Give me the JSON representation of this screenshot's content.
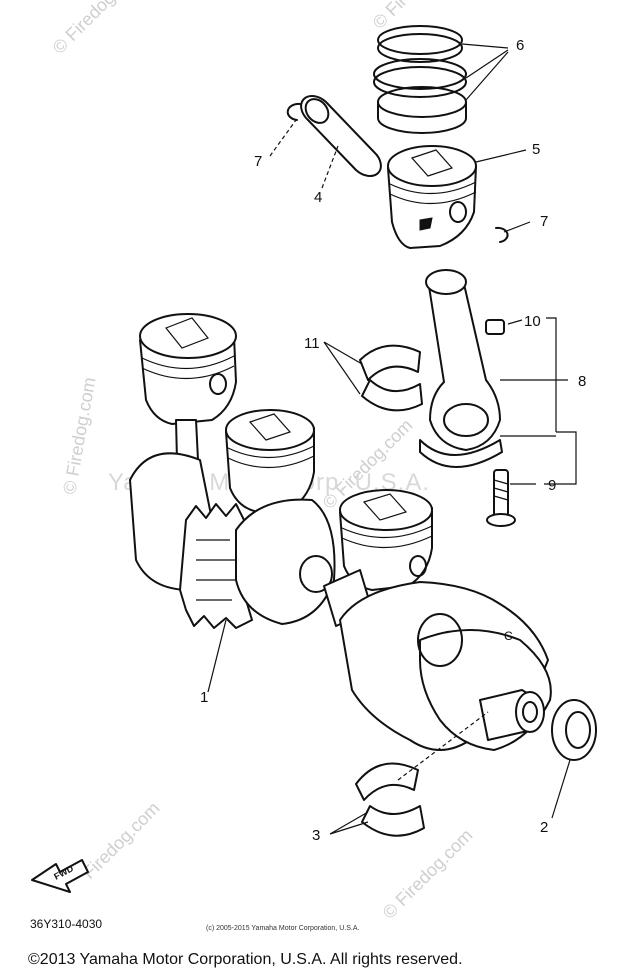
{
  "watermarks": {
    "site_rotated": "© Firedog.com",
    "site_short": "Firedog.com",
    "center_text": "Yamaha Motor Corp. U.S.A."
  },
  "callouts": [
    {
      "id": "1",
      "label": "1"
    },
    {
      "id": "2",
      "label": "2"
    },
    {
      "id": "3",
      "label": "3"
    },
    {
      "id": "4",
      "label": "4"
    },
    {
      "id": "5",
      "label": "5"
    },
    {
      "id": "6",
      "label": "6"
    },
    {
      "id": "7a",
      "label": "7"
    },
    {
      "id": "7b",
      "label": "7"
    },
    {
      "id": "8",
      "label": "8"
    },
    {
      "id": "9",
      "label": "9"
    },
    {
      "id": "10",
      "label": "10"
    },
    {
      "id": "11",
      "label": "11"
    }
  ],
  "fwd_label": "FWD",
  "diagram_code": "36Y310-4030",
  "small_copyright": "(c) 2005-2015 Yamaha Motor Corporation, U.S.A.",
  "footer_copyright": "©2013 Yamaha Motor Corporation, U.S.A. All rights reserved."
}
